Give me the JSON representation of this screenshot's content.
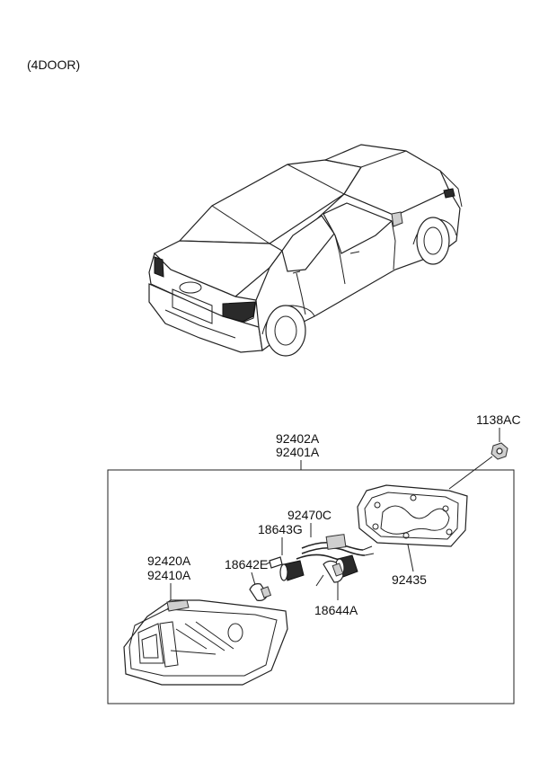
{
  "variant_label": "(4DOOR)",
  "parts": {
    "assembly_top": "92402A",
    "assembly_bottom": "92401A",
    "nut": "1138AC",
    "socket_wiring": "92470C",
    "bulb_small": "18643G",
    "bulb_socket": "18642E",
    "lamp_top": "92420A",
    "lamp_bottom": "92410A",
    "gasket": "92435",
    "bulb_large": "18644A"
  }
}
